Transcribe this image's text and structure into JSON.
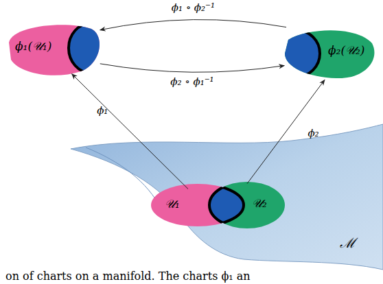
{
  "diagram": {
    "nodes": [
      {
        "text": [
          "ϕ₁(𝒰₁)"
        ]
      },
      {
        "text": [
          "ϕ₂(𝒰₂)"
        ]
      },
      {
        "text": [
          "ℳ"
        ]
      },
      {
        "text": [
          "𝒰₁"
        ],
        "in": 2
      },
      {
        "text": [
          "𝒰₂"
        ],
        "in": 2
      }
    ],
    "edges": [
      {
        "from": 1,
        "to": 0,
        "label": "ϕ₁ ∘ ϕ₂⁻¹",
        "arrow": "to"
      },
      {
        "from": 0,
        "to": 1,
        "label": "ϕ₂ ∘ ϕ₁⁻¹",
        "arrow": "to"
      },
      {
        "from": 3,
        "to": 0,
        "label": "ϕ₁",
        "arrow": "to"
      },
      {
        "from": 4,
        "to": 1,
        "label": "ϕ₂",
        "arrow": "to"
      }
    ],
    "labels": [
      "on of charts on a manifold. The charts ϕ₁ an"
    ]
  }
}
